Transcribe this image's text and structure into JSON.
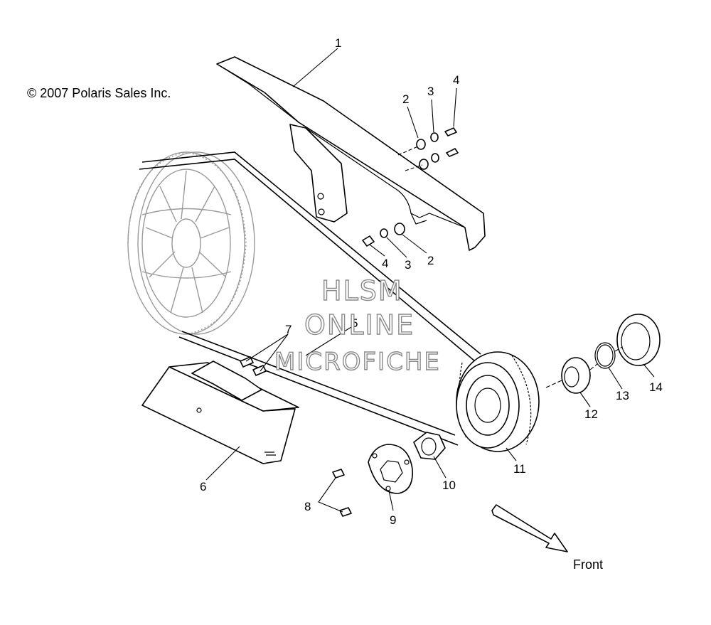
{
  "copyright": "© 2007 Polaris Sales Inc.",
  "watermark": {
    "line1": "HLSM",
    "line2": "ONLINE",
    "line3": "MICROFICHE"
  },
  "direction_label": "Front",
  "callouts": {
    "c1": "1",
    "c2a": "2",
    "c3a": "3",
    "c4a": "4",
    "c4b": "4",
    "c3b": "3",
    "c2b": "2",
    "c5": "5",
    "c6": "6",
    "c7": "7",
    "c8": "8",
    "c9": "9",
    "c10": "10",
    "c11": "11",
    "c12": "12",
    "c13": "13",
    "c14": "14"
  }
}
